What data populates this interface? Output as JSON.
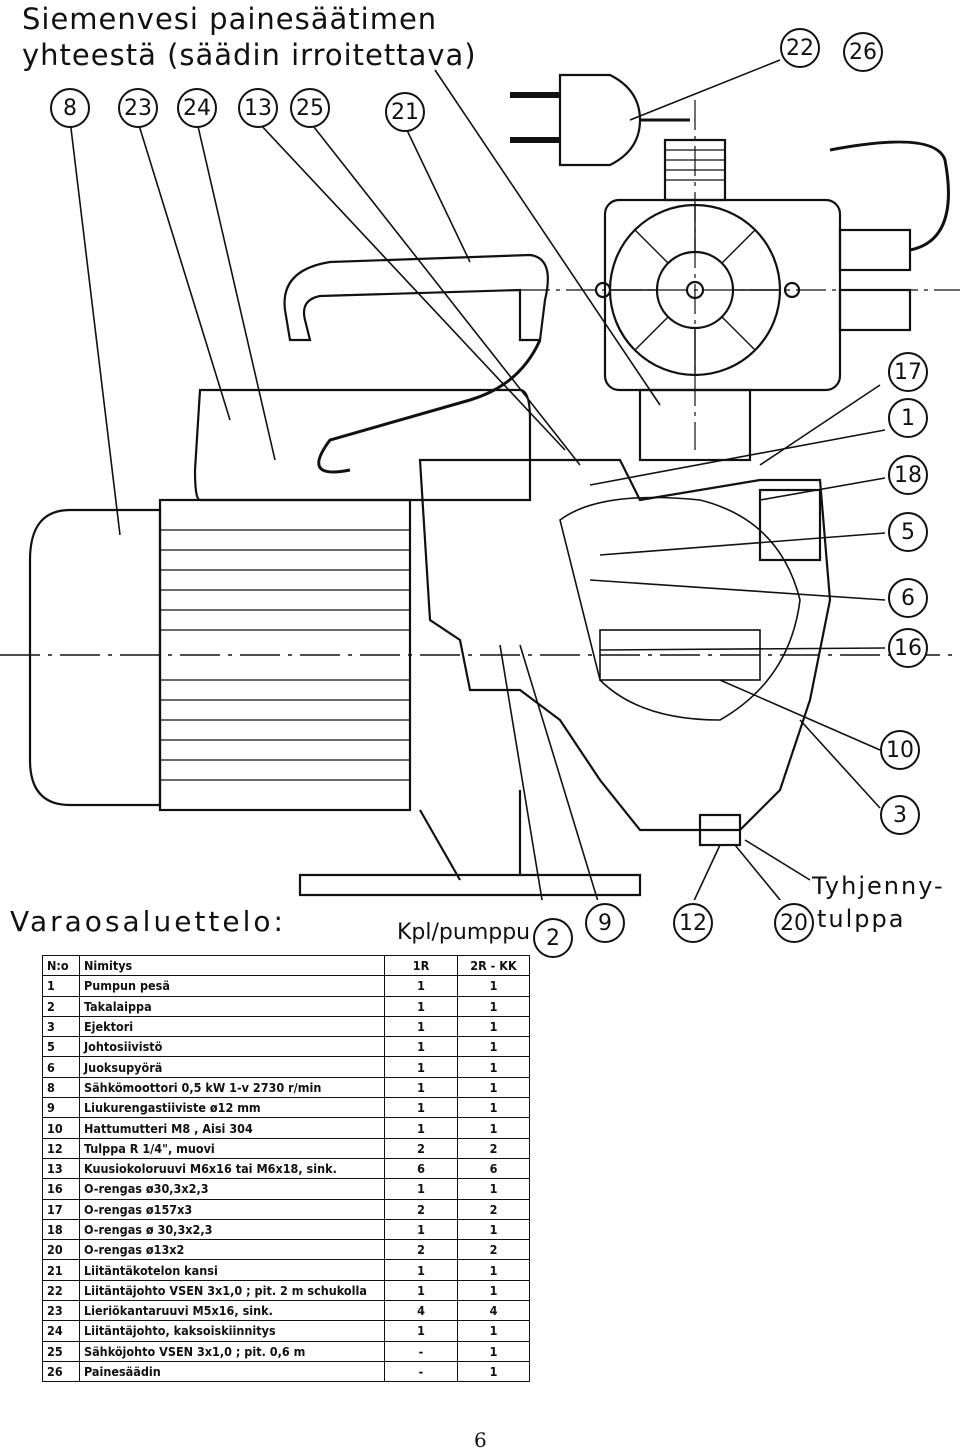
{
  "title": {
    "line1": "Siemenvesi painesäätimen",
    "line2": "yhteestä (säädin irroitettava)"
  },
  "callouts": [
    {
      "id": "c8",
      "label": "8"
    },
    {
      "id": "c23",
      "label": "23"
    },
    {
      "id": "c24",
      "label": "24"
    },
    {
      "id": "c13",
      "label": "13"
    },
    {
      "id": "c25",
      "label": "25"
    },
    {
      "id": "c21",
      "label": "21"
    },
    {
      "id": "c22",
      "label": "22"
    },
    {
      "id": "c26",
      "label": "26"
    },
    {
      "id": "c17",
      "label": "17"
    },
    {
      "id": "c1",
      "label": "1"
    },
    {
      "id": "c18",
      "label": "18"
    },
    {
      "id": "c5",
      "label": "5"
    },
    {
      "id": "c6",
      "label": "6"
    },
    {
      "id": "c16",
      "label": "16"
    },
    {
      "id": "c10",
      "label": "10"
    },
    {
      "id": "c3",
      "label": "3"
    },
    {
      "id": "c2",
      "label": "2"
    },
    {
      "id": "c9",
      "label": "9"
    },
    {
      "id": "c12",
      "label": "12"
    },
    {
      "id": "c20",
      "label": "20"
    }
  ],
  "drain_note": {
    "line1": "Tyhjenny-",
    "line2": "tulppa"
  },
  "parts_list": {
    "heading": "Varaosaluettelo:",
    "qty_heading": "Kpl/pumppu",
    "columns": [
      "N:o",
      "Nimitys",
      "1R",
      "2R - KK"
    ],
    "rows": [
      [
        "1",
        "Pumpun pesä",
        "1",
        "1"
      ],
      [
        "2",
        "Takalaippa",
        "1",
        "1"
      ],
      [
        "3",
        "Ejektori",
        "1",
        "1"
      ],
      [
        "5",
        "Johtosiivistö",
        "1",
        "1"
      ],
      [
        "6",
        "Juoksupyörä",
        "1",
        "1"
      ],
      [
        "8",
        "Sähkömoottori 0,5 kW 1-v 2730 r/min",
        "1",
        "1"
      ],
      [
        "9",
        "Liukurengastiiviste ø12 mm",
        "1",
        "1"
      ],
      [
        "10",
        "Hattumutteri M8 , Aisi 304",
        "1",
        "1"
      ],
      [
        "12",
        "Tulppa R 1/4\", muovi",
        "2",
        "2"
      ],
      [
        "13",
        "Kuusiokoloruuvi M6x16 tai M6x18, sink.",
        "6",
        "6"
      ],
      [
        "16",
        "O-rengas ø30,3x2,3",
        "1",
        "1"
      ],
      [
        "17",
        "O-rengas ø157x3",
        "2",
        "2"
      ],
      [
        "18",
        "O-rengas ø 30,3x2,3",
        "1",
        "1"
      ],
      [
        "20",
        "O-rengas ø13x2",
        "2",
        "2"
      ],
      [
        "21",
        "Liitäntäkotelon kansi",
        "1",
        "1"
      ],
      [
        "22",
        "Liitäntäjohto VSEN 3x1,0 ; pit. 2 m schukolla",
        "1",
        "1"
      ],
      [
        "23",
        "Lieriökantaruuvi M5x16, sink.",
        "4",
        "4"
      ],
      [
        "24",
        "Liitäntäjohto, kaksoiskiinnitys",
        "1",
        "1"
      ],
      [
        "25",
        "Sähköjohto VSEN 3x1,0 ; pit. 0,6 m",
        "-",
        "1"
      ],
      [
        "26",
        "Painesäädin",
        "-",
        "1"
      ]
    ]
  },
  "page_number": "6"
}
